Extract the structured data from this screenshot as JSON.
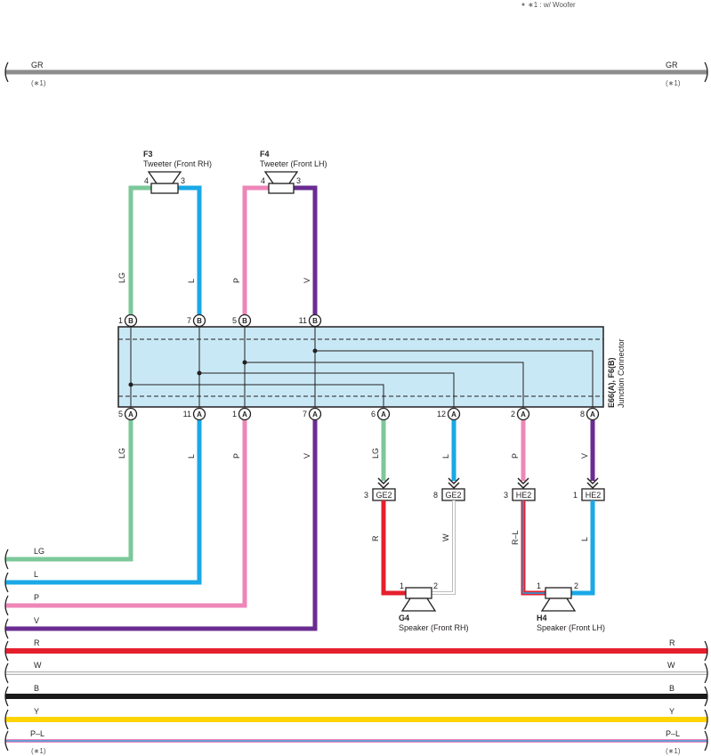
{
  "note": "∗1 : w/ Woofer",
  "colors": {
    "GR": "#8c8c8c",
    "LG": "#7cc89a",
    "L": "#1aa8e6",
    "P": "#ee86b8",
    "V": "#6a2c91",
    "R": "#e5202e",
    "W": "#ffffff",
    "B": "#1a1a1a",
    "Y": "#ffd400",
    "junction_fill": "#c9e8f5"
  },
  "top_wire": {
    "color_code": "GR",
    "qualifier": "(∗1)"
  },
  "tweeters": [
    {
      "id": "F3",
      "name": "Tweeter (Front RH)",
      "pin_left": "4",
      "pin_right": "3"
    },
    {
      "id": "F4",
      "name": "Tweeter (Front LH)",
      "pin_left": "4",
      "pin_right": "3"
    }
  ],
  "junction": {
    "id": "E66(A), F6(B)",
    "name": "Junction Connector"
  },
  "upper_wires": [
    {
      "color_code": "LG",
      "pin": "1",
      "conn": "B"
    },
    {
      "color_code": "L",
      "pin": "7",
      "conn": "B"
    },
    {
      "color_code": "P",
      "pin": "5",
      "conn": "B"
    },
    {
      "color_code": "V",
      "pin": "11",
      "conn": "B"
    }
  ],
  "lower_wires": [
    {
      "color_code": "LG",
      "pin": "5",
      "conn": "A"
    },
    {
      "color_code": "L",
      "pin": "11",
      "conn": "A"
    },
    {
      "color_code": "P",
      "pin": "1",
      "conn": "A"
    },
    {
      "color_code": "V",
      "pin": "7",
      "conn": "A"
    },
    {
      "color_code": "LG",
      "pin": "6",
      "conn": "A"
    },
    {
      "color_code": "L",
      "pin": "12",
      "conn": "A"
    },
    {
      "color_code": "P",
      "pin": "2",
      "conn": "A"
    },
    {
      "color_code": "V",
      "pin": "8",
      "conn": "A"
    }
  ],
  "connectors": [
    {
      "name": "GE2",
      "pin": "3"
    },
    {
      "name": "GE2",
      "pin": "8"
    },
    {
      "name": "HE2",
      "pin": "3"
    },
    {
      "name": "HE2",
      "pin": "1"
    }
  ],
  "connector_wires": [
    "R",
    "W",
    "R–L",
    "L"
  ],
  "speakers": [
    {
      "id": "G4",
      "name": "Speaker (Front RH)",
      "pin_left": "1",
      "pin_right": "2"
    },
    {
      "id": "H4",
      "name": "Speaker (Front LH)",
      "pin_left": "1",
      "pin_right": "2"
    }
  ],
  "left_harness": [
    "LG",
    "L",
    "P",
    "V"
  ],
  "bus_wires": [
    {
      "color_code": "R",
      "qualifier": ""
    },
    {
      "color_code": "W",
      "qualifier": ""
    },
    {
      "color_code": "B",
      "qualifier": ""
    },
    {
      "color_code": "Y",
      "qualifier": ""
    },
    {
      "color_code": "P–L",
      "qualifier": "(∗1)"
    }
  ]
}
